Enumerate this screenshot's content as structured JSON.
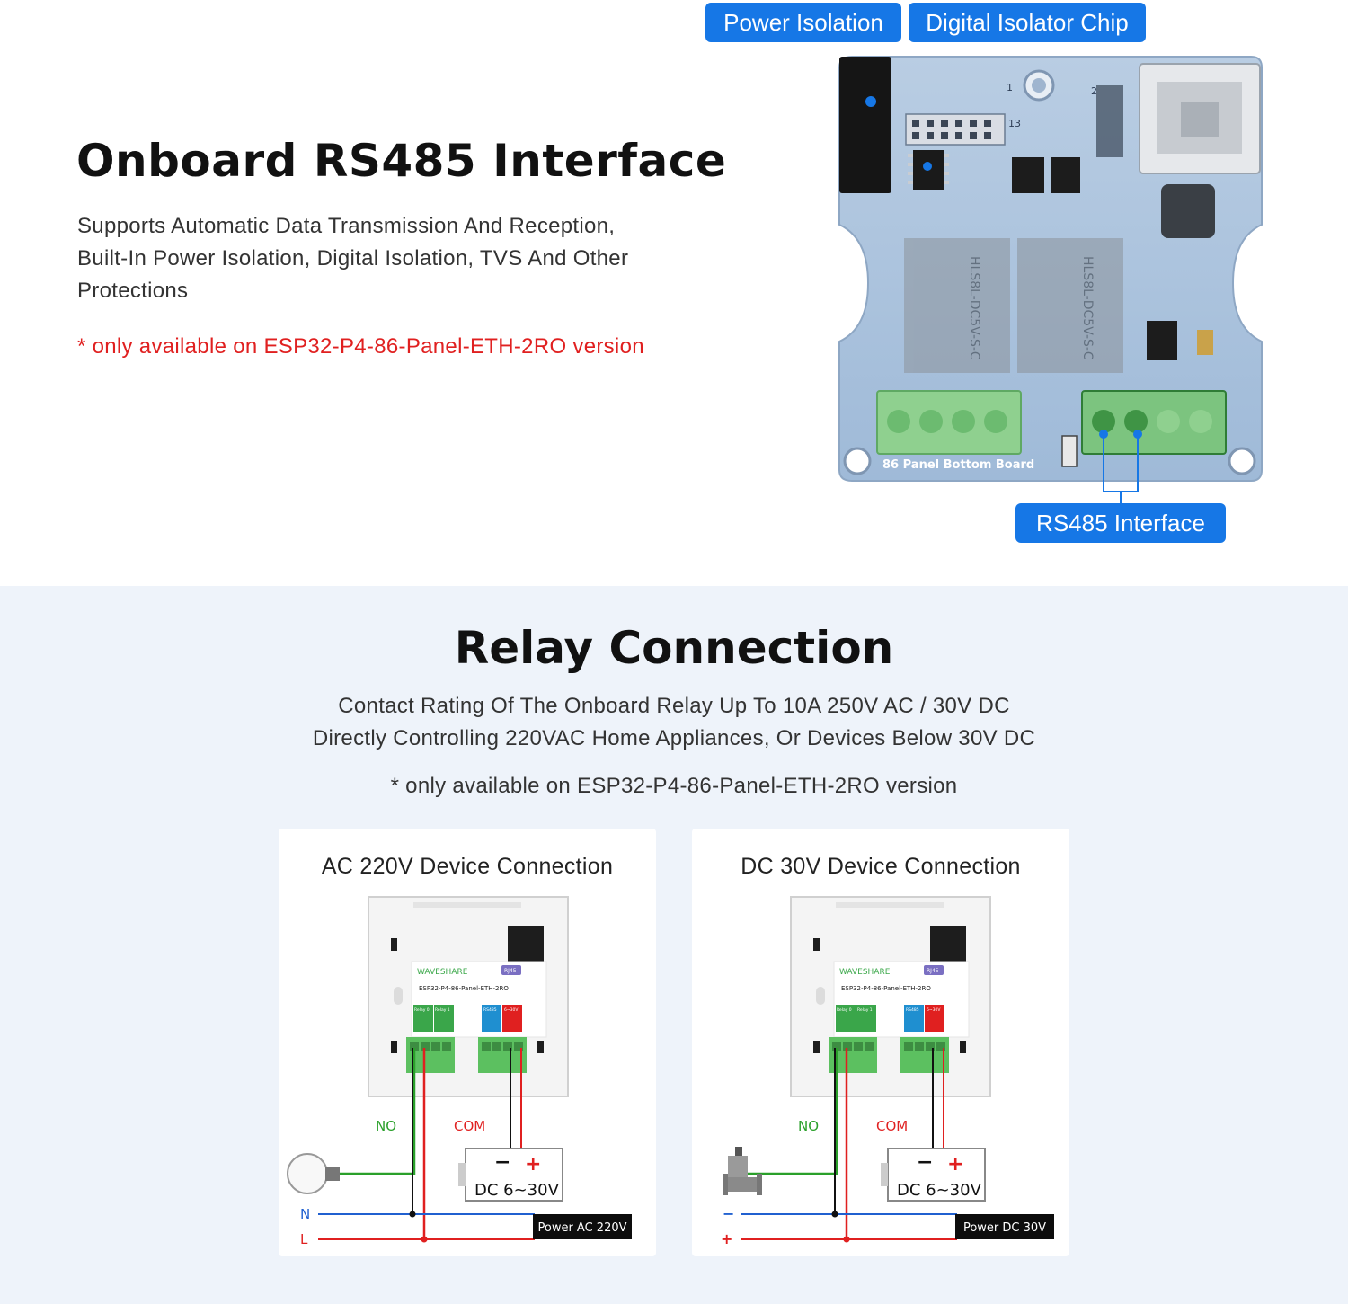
{
  "rs485": {
    "title": "Onboard RS485 Interface",
    "desc": [
      "Supports Automatic Data Transmission And Reception,",
      "Built-In Power Isolation, Digital Isolation, TVS And Other",
      "Protections"
    ],
    "note": "* only available on ESP32-P4-86-Panel-ETH-2RO version",
    "callouts": {
      "power_isolation": "Power Isolation",
      "digital_isolator": "Digital Isolator Chip",
      "rs485_interface": "RS485 Interface"
    },
    "board_label": "86 Panel Bottom Board",
    "relay_marking": "HLS8L-DC5V-S-C",
    "silk_marks": [
      "1",
      "2",
      "13"
    ]
  },
  "relay": {
    "title": "Relay Connection",
    "desc": [
      "Contact Rating Of The Onboard Relay Up To 10A 250V AC / 30V DC",
      "Directly Controlling 220VAC Home Appliances, Or Devices Below 30V DC"
    ],
    "note": "* only available on ESP32-P4-86-Panel-ETH-2RO version"
  },
  "cards": [
    {
      "title": "AC 220V Device Connection",
      "brand": "WAVESHARE",
      "model": "ESP32-P4-86-Panel-ETH-2RO",
      "rj45": "RJ45",
      "port_labels": [
        "Relay 0",
        "Relay 1",
        "RS485",
        "6~30V"
      ],
      "no_label": "NO",
      "com_label": "COM",
      "psu_label": "DC 6~30V",
      "psu_minus": "−",
      "psu_plus": "+",
      "line1_label": "N",
      "line2_label": "L",
      "power_label": "Power AC 220V",
      "device_icon": "light-bulb-icon"
    },
    {
      "title": "DC 30V Device Connection",
      "brand": "WAVESHARE",
      "model": "ESP32-P4-86-Panel-ETH-2RO",
      "rj45": "RJ45",
      "port_labels": [
        "Relay 0",
        "Relay 1",
        "RS485",
        "6~30V"
      ],
      "no_label": "NO",
      "com_label": "COM",
      "psu_label": "DC 6~30V",
      "psu_minus": "−",
      "psu_plus": "+",
      "line1_label": "−",
      "line2_label": "+",
      "power_label": "Power DC 30V",
      "device_icon": "solenoid-valve-icon"
    }
  ],
  "colors": {
    "accent_blue": "#1677e6",
    "note_red": "#e02020",
    "wire_green": "#2aa02a",
    "wire_red": "#e02020",
    "wire_blue": "#2060d0",
    "terminal_green": "#5cc060"
  }
}
